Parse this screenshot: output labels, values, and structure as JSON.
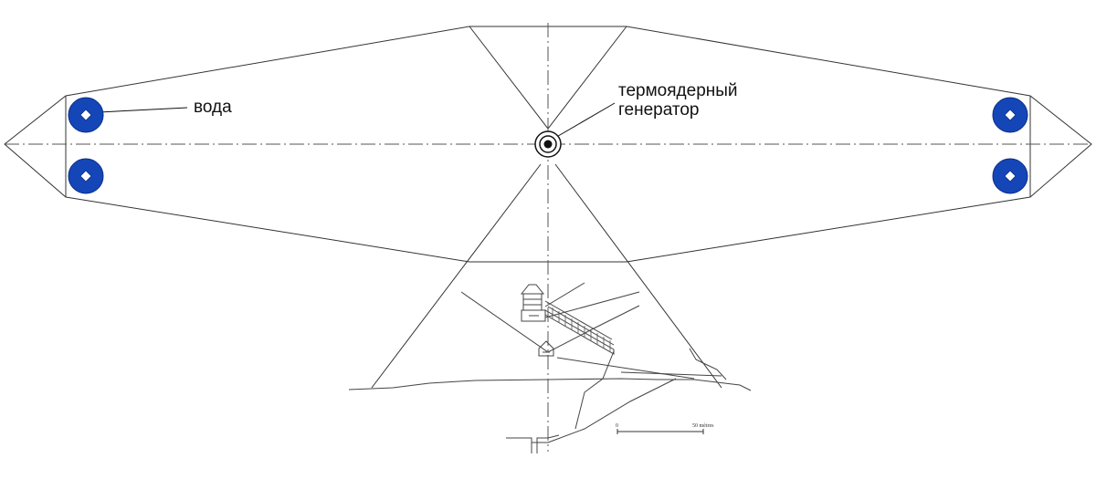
{
  "labels": {
    "water": "вода",
    "generator_line1": "термоядерный",
    "generator_line2": "генератор"
  },
  "scale_bar": {
    "start": "0",
    "end": "50 mètres"
  },
  "colors": {
    "water_tank": "#1546b8",
    "water_tank_edge": "#0a2f86",
    "line": "#333333",
    "axis": "#555555"
  },
  "icons": {
    "water_tank": "blue-disc-with-white-diamond",
    "generator": "concentric-circles-target"
  }
}
